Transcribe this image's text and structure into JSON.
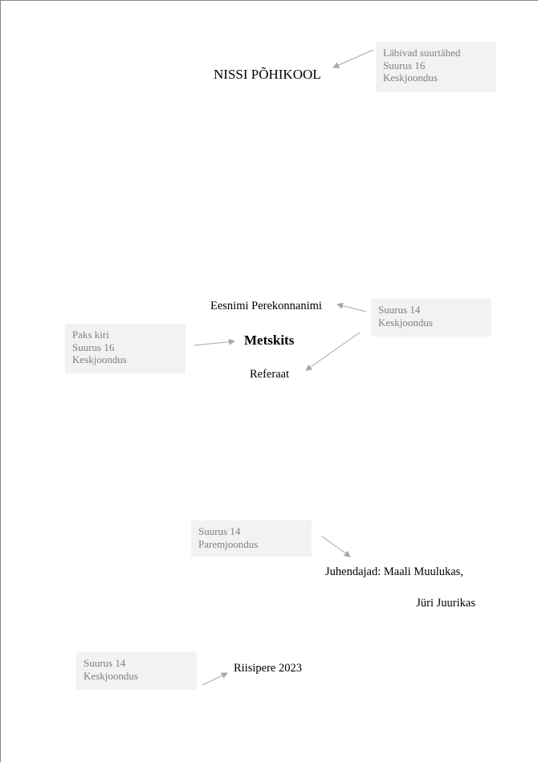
{
  "document": {
    "school": "NISSI PÕHIKOOL",
    "author": "Eesnimi Perekonnanimi",
    "title": "Metskits",
    "type": "Referaat",
    "supervisors_line1": "Juhendajad: Maali Muulukas,",
    "supervisors_line2": "Jüri Juurikas",
    "place_year": "Riisipere 2023"
  },
  "notes": {
    "school": [
      "Läbivad suurtähed",
      "Suurus 16",
      "Keskjoondus"
    ],
    "author_type": [
      "Suurus 14",
      "Keskjoondus"
    ],
    "title": [
      "Paks kiri",
      "Suurus 16",
      "Keskjoondus"
    ],
    "supervisors": [
      "Suurus 14",
      "Paremjoondus"
    ],
    "place_year": [
      "Suurus 14",
      "Keskjoondus"
    ]
  }
}
